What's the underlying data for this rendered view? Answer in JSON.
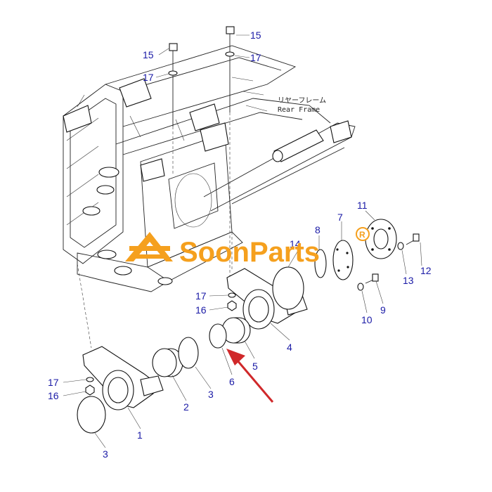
{
  "frame_label": {
    "jp": "リヤーフレーム",
    "en": "Rear Frame"
  },
  "logo": {
    "text": "SoonParts",
    "registered": "®",
    "color": "#f5a01e"
  },
  "arrow_color": "#d0282a",
  "callouts": [
    {
      "id": "c15a",
      "text": "15"
    },
    {
      "id": "c17a",
      "text": "17"
    },
    {
      "id": "c15b",
      "text": "15"
    },
    {
      "id": "c17b",
      "text": "17"
    },
    {
      "id": "c11",
      "text": "11"
    },
    {
      "id": "c7",
      "text": "7"
    },
    {
      "id": "c8",
      "text": "8"
    },
    {
      "id": "c14",
      "text": "14"
    },
    {
      "id": "c12",
      "text": "12"
    },
    {
      "id": "c13",
      "text": "13"
    },
    {
      "id": "c9",
      "text": "9"
    },
    {
      "id": "c10",
      "text": "10"
    },
    {
      "id": "c17c",
      "text": "17"
    },
    {
      "id": "c16a",
      "text": "16"
    },
    {
      "id": "c4",
      "text": "4"
    },
    {
      "id": "c5",
      "text": "5"
    },
    {
      "id": "c6",
      "text": "6"
    },
    {
      "id": "c3a",
      "text": "3"
    },
    {
      "id": "c2",
      "text": "2"
    },
    {
      "id": "c17d",
      "text": "17"
    },
    {
      "id": "c16b",
      "text": "16"
    },
    {
      "id": "c1",
      "text": "1"
    },
    {
      "id": "c3b",
      "text": "3"
    }
  ]
}
